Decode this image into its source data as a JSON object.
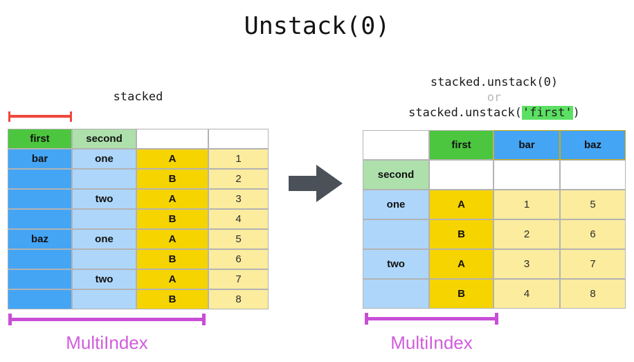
{
  "title": "Unstack(0)",
  "arrow": {
    "name": "right-arrow",
    "color": "#4b5159"
  },
  "palette": {
    "green": "#4cc63f",
    "light_green": "#aee0ac",
    "blue": "#45a5f5",
    "light_blue": "#aed6fa",
    "gold": "#f5d400",
    "light_yellow": "#fbec9e",
    "magenta": "#d05ddc",
    "red": "#f2463a",
    "arrow_gray": "#4b5159"
  },
  "left": {
    "caption": "stacked",
    "multiindex_label": "MultiIndex",
    "header": [
      "first",
      "second",
      "",
      ""
    ],
    "rows": [
      [
        "bar",
        "one",
        "A",
        "1"
      ],
      [
        "",
        "",
        "B",
        "2"
      ],
      [
        "",
        "two",
        "A",
        "3"
      ],
      [
        "",
        "",
        "B",
        "4"
      ],
      [
        "baz",
        "one",
        "A",
        "5"
      ],
      [
        "",
        "",
        "B",
        "6"
      ],
      [
        "",
        "two",
        "A",
        "7"
      ],
      [
        "",
        "",
        "B",
        "8"
      ]
    ]
  },
  "right": {
    "caption_line1": "stacked.unstack(0)",
    "caption_or": "or",
    "caption_line3_prefix": "stacked.unstack(",
    "caption_line3_arg": "'first'",
    "caption_line3_suffix": ")",
    "multiindex_label": "MultiIndex",
    "header_row1": [
      "",
      "first",
      "bar",
      "baz"
    ],
    "header_row2": [
      "second",
      "",
      "",
      ""
    ],
    "rows": [
      [
        "one",
        "A",
        "1",
        "5"
      ],
      [
        "",
        "B",
        "2",
        "6"
      ],
      [
        "two",
        "A",
        "3",
        "7"
      ],
      [
        "",
        "B",
        "4",
        "8"
      ]
    ]
  }
}
